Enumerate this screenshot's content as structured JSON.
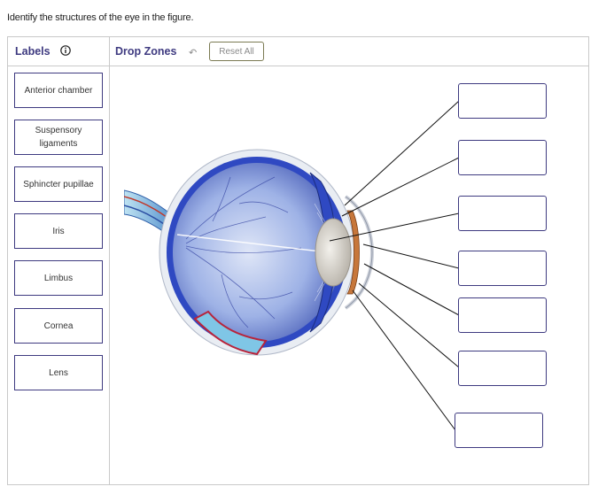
{
  "instruction": "Identify the structures of the eye in the figure.",
  "labels_panel": {
    "title": "Labels",
    "info_icon": "info-circle-icon",
    "items": [
      {
        "label": "Anterior chamber"
      },
      {
        "label": "Suspensory ligaments"
      },
      {
        "label": "Sphincter pupillae"
      },
      {
        "label": "Iris"
      },
      {
        "label": "Limbus"
      },
      {
        "label": "Cornea"
      },
      {
        "label": "Lens"
      }
    ]
  },
  "drop_panel": {
    "title": "Drop Zones",
    "undo_icon": "undo-arrow-icon",
    "reset_label": "Reset All",
    "zones": [
      {
        "value": ""
      },
      {
        "value": ""
      },
      {
        "value": ""
      },
      {
        "value": ""
      },
      {
        "value": ""
      },
      {
        "value": ""
      },
      {
        "value": ""
      }
    ]
  },
  "colors": {
    "accent": "#3e3a80",
    "border": "#c9c9c9",
    "reset_border": "#7b7a52"
  }
}
